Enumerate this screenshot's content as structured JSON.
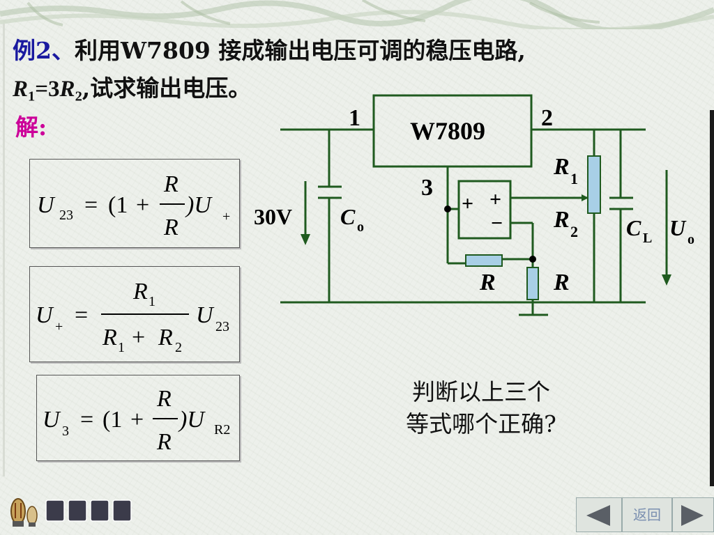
{
  "title": {
    "prefix": "例2、",
    "line1_text": "利用W7809 接成输出电压可调的稳压电路,",
    "r1": "R",
    "r1_sub": "1",
    "eq": "=3",
    "r2": "R",
    "r2_sub": "2",
    "line2_text": ",试求输出电压。"
  },
  "solution_label": "解:",
  "formulas": {
    "f1": {
      "lhs": "U",
      "lhs_sub": "23",
      "eq": "=",
      "open": "(1",
      "plus": "+",
      "num": "R",
      "den": "R",
      "close": ")U",
      "tail_sub": "+"
    },
    "f2": {
      "lhs": "U",
      "lhs_sub": "+",
      "eq": "=",
      "num": "R",
      "num_sub": "1",
      "den_a": "R",
      "den_a_sub": "1",
      "den_plus": "+",
      "den_b": "R",
      "den_b_sub": "2",
      "rhs": "U",
      "rhs_sub": "23"
    },
    "f3": {
      "lhs": "U",
      "lhs_sub": "3",
      "eq": "=",
      "open": "(1",
      "plus": "+",
      "num": "R",
      "den": "R",
      "close": ")U",
      "tail_sub": "R2"
    }
  },
  "circuit": {
    "chip": "W7809",
    "pin1": "1",
    "pin2": "2",
    "pin3": "3",
    "input_voltage": "30V",
    "c_in": "C",
    "c_in_sub": "o",
    "c_out": "C",
    "c_out_sub": "L",
    "u_out": "U",
    "u_out_sub": "o",
    "r1": "R",
    "r1_sub": "1",
    "r2": "R",
    "r2_sub": "2",
    "r_a": "R",
    "r_b": "R",
    "opamp_plus": "+",
    "opamp_minus": "−",
    "opamp_in_plus": "+"
  },
  "question": {
    "line1": "判断以上三个",
    "line2": "等式哪个正确?"
  },
  "nav": {
    "back": "返回"
  },
  "colors": {
    "wire": "#1f5a1f",
    "resistor": "#a8cfe6",
    "title_prefix": "#1a1aa0",
    "solution": "#cc0099"
  }
}
